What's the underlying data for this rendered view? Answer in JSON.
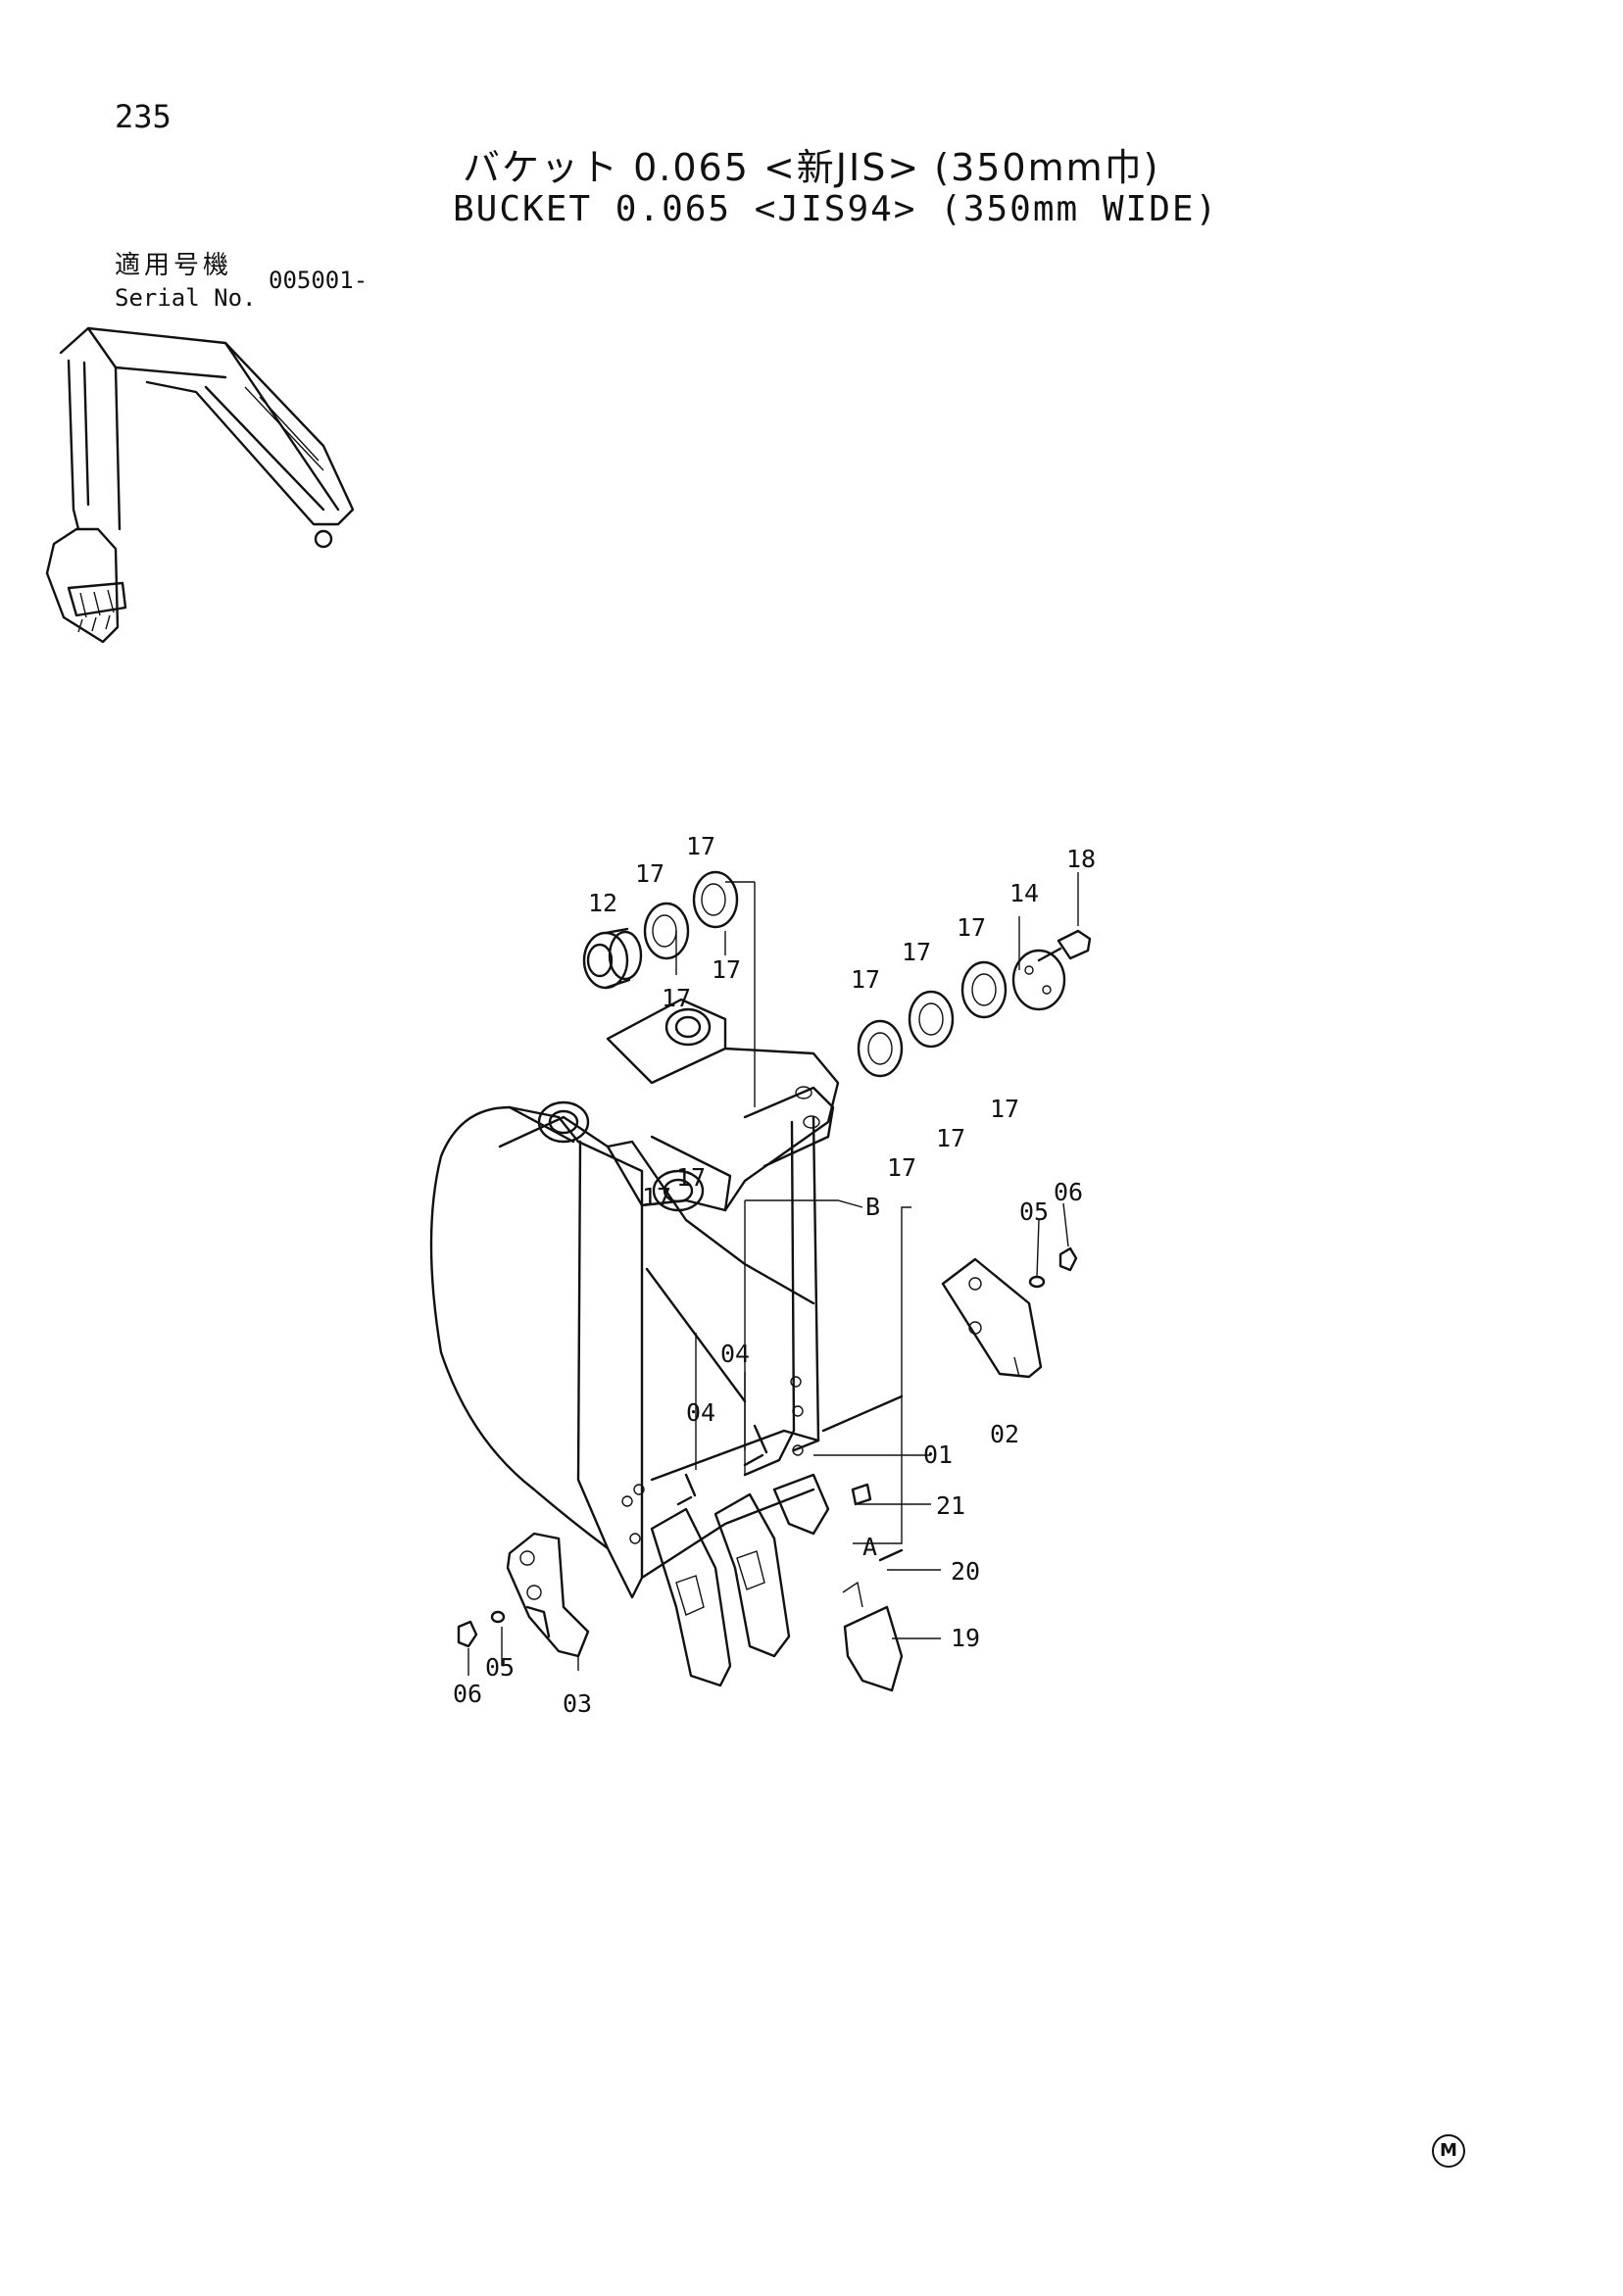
{
  "page": {
    "number": "235"
  },
  "title": {
    "jp": "バケット 0.065 <新JIS> (350mm巾)",
    "en": "BUCKET 0.065 <JIS94> (350mm WIDE)"
  },
  "serial": {
    "label_jp": "適用号機",
    "label_en": "Serial No.",
    "value": "005001-"
  },
  "callouts": [
    "01",
    "02",
    "03",
    "04",
    "04",
    "05",
    "05",
    "06",
    "06",
    "12",
    "14",
    "17",
    "17",
    "17",
    "17",
    "17",
    "17",
    "17",
    "17",
    "17",
    "17",
    "17",
    "17",
    "18",
    "19",
    "20",
    "21",
    "A",
    "B"
  ],
  "footer_mark": "M"
}
